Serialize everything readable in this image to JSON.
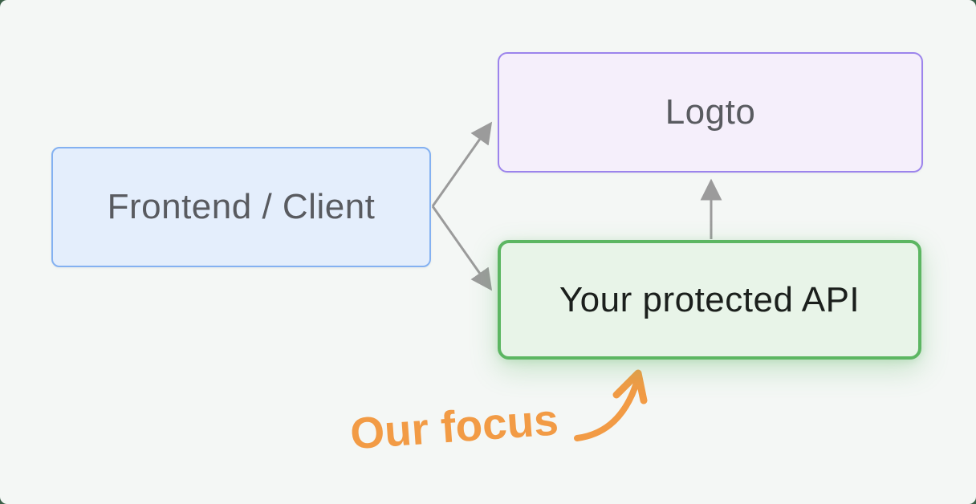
{
  "diagram": {
    "nodes": [
      {
        "id": "frontend-client",
        "label": "Frontend / Client",
        "fill": "#e4eefc",
        "border": "#84b1f1",
        "text_color": "#595b60"
      },
      {
        "id": "logto",
        "label": "Logto",
        "fill": "#f5effb",
        "border": "#9c84ec",
        "text_color": "#5c5c63"
      },
      {
        "id": "protected-api",
        "label": "Your protected API",
        "fill": "#e8f4e8",
        "border": "#5cb662",
        "text_color": "#1b1f1c"
      }
    ],
    "edges": [
      {
        "from": "frontend-client",
        "to": "logto",
        "style": "straight-arrow",
        "color": "#9b9b9b"
      },
      {
        "from": "frontend-client",
        "to": "protected-api",
        "style": "straight-arrow",
        "color": "#9b9b9b"
      },
      {
        "from": "protected-api",
        "to": "logto",
        "style": "straight-arrow",
        "color": "#9b9b9b"
      }
    ]
  },
  "annotation": {
    "label": "Our focus",
    "target": "protected-api",
    "arrow_style": "hand-drawn-curved",
    "color": "#f29b45"
  },
  "colors": {
    "outer_bg": "#3a5f47",
    "canvas_bg": "#f4f7f5",
    "blue_fill": "#e4eefc",
    "blue_border": "#84b1f1",
    "purple_fill": "#f5effb",
    "purple_border": "#9c84ec",
    "green_fill": "#e8f4e8",
    "green_border": "#5cb662",
    "text_gray": "#595b60",
    "text_dark": "#1b1f1c",
    "arrow_gray": "#9b9b9b",
    "accent_orange": "#f29b45"
  }
}
